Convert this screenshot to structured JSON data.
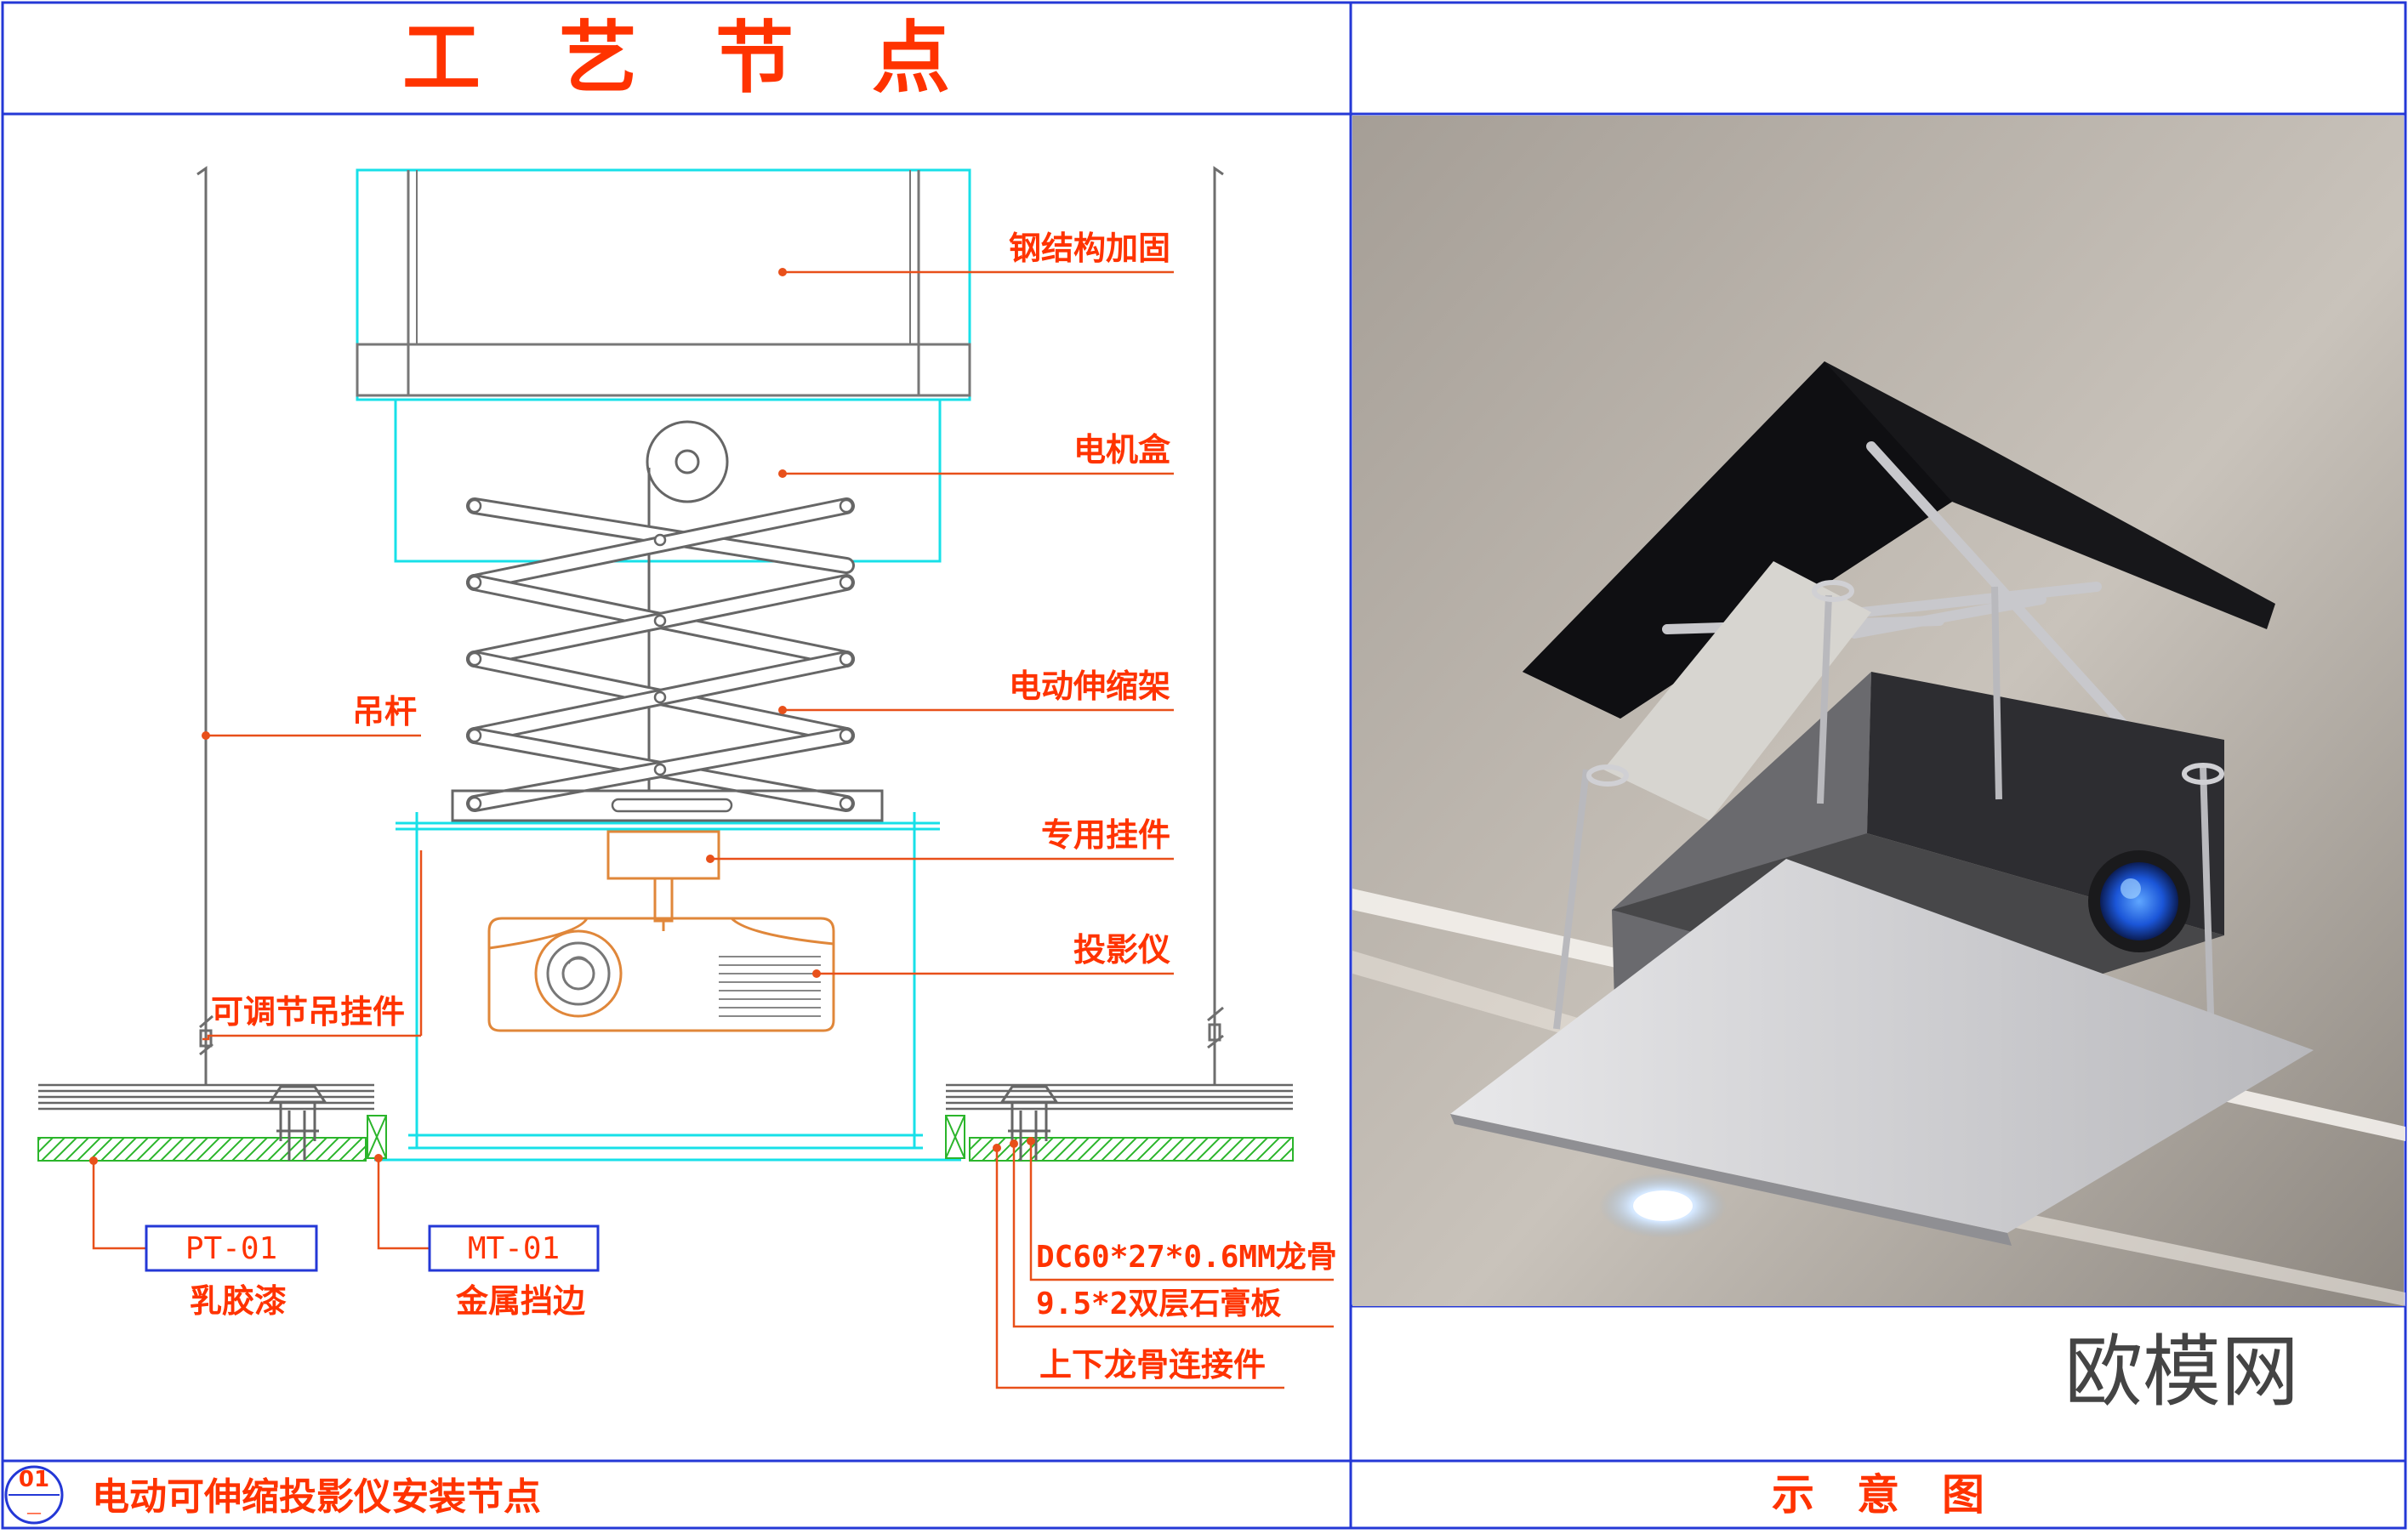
{
  "header": {
    "title": "工　艺　节　点"
  },
  "callouts": {
    "steel": "钢结构加固",
    "motor_box": "电机盒",
    "lift_frame": "电动伸缩架",
    "hanger_rod": "吊杆",
    "special_mount": "专用挂件",
    "projector": "投影仪",
    "adjustable_hanger": "可调节吊挂件",
    "keel": "DC60*27*0.6MM龙骨",
    "gypsum": "9.5*2双层石膏板",
    "connector": "上下龙骨连接件"
  },
  "materials": [
    {
      "code": "PT-01",
      "name": "乳胶漆"
    },
    {
      "code": "MT-01",
      "name": "金属挡边"
    }
  ],
  "footer": {
    "drawing_number": "01",
    "drawing_number_sub": "—",
    "drawing_title": "电动可伸缩投影仪安装节点",
    "photo_caption": "示　意　图"
  },
  "watermark": "欧模网",
  "colors": {
    "border": "#2438d6",
    "label": "#ff3300",
    "leader": "#e8501a",
    "cyan": "#17e0e8",
    "steel_line": "#6e6e6e",
    "hatch": "#2bb52b",
    "orange_outline": "#e0873a"
  }
}
